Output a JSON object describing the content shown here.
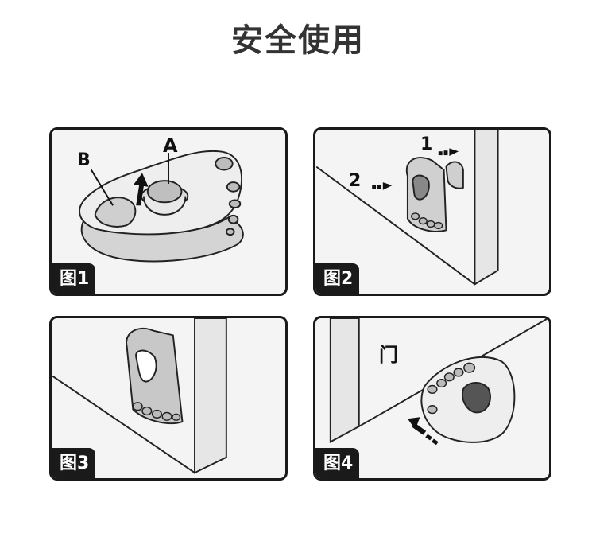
{
  "title": "安全使用",
  "panels": [
    {
      "tag": "图1",
      "labels": {
        "a": "A",
        "b": "B"
      }
    },
    {
      "tag": "图2",
      "labels": {
        "step1": "1",
        "step2": "2"
      }
    },
    {
      "tag": "图3"
    },
    {
      "tag": "图4",
      "labels": {
        "door": "门"
      }
    }
  ]
}
